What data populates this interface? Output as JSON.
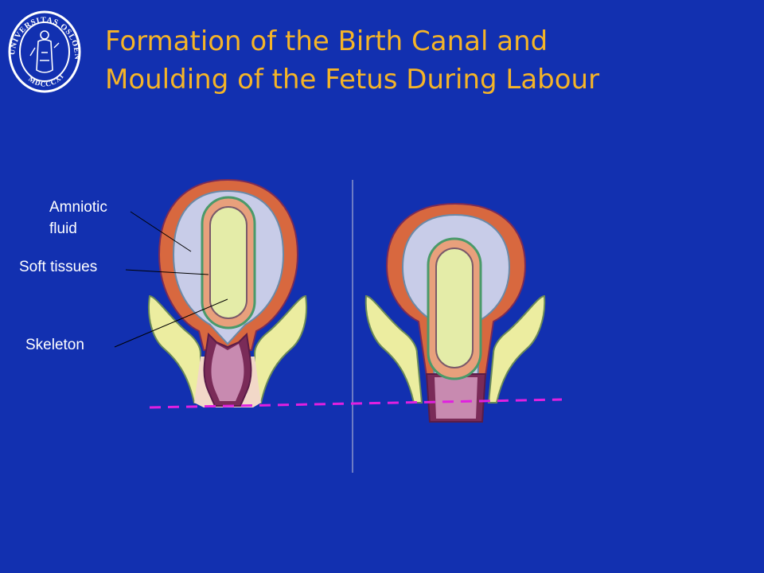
{
  "slide": {
    "title_line1": "Formation of the Birth Canal and",
    "title_line2": "Moulding of the Fetus During Labour",
    "accent_color": "#f5b427",
    "background_color": "#1230b0"
  },
  "logo": {
    "icon": "university-seal-icon",
    "text": "UNIVERSITAS OSLOENSIS MDCCCXI"
  },
  "labels": {
    "amniotic_fluid": "Amniotic fluid",
    "soft_tissues": "Soft tissues",
    "skeleton": "Skeleton"
  },
  "diagram": {
    "panels": [
      "before",
      "during labour"
    ],
    "dashed_line_color": "#e020e0"
  }
}
